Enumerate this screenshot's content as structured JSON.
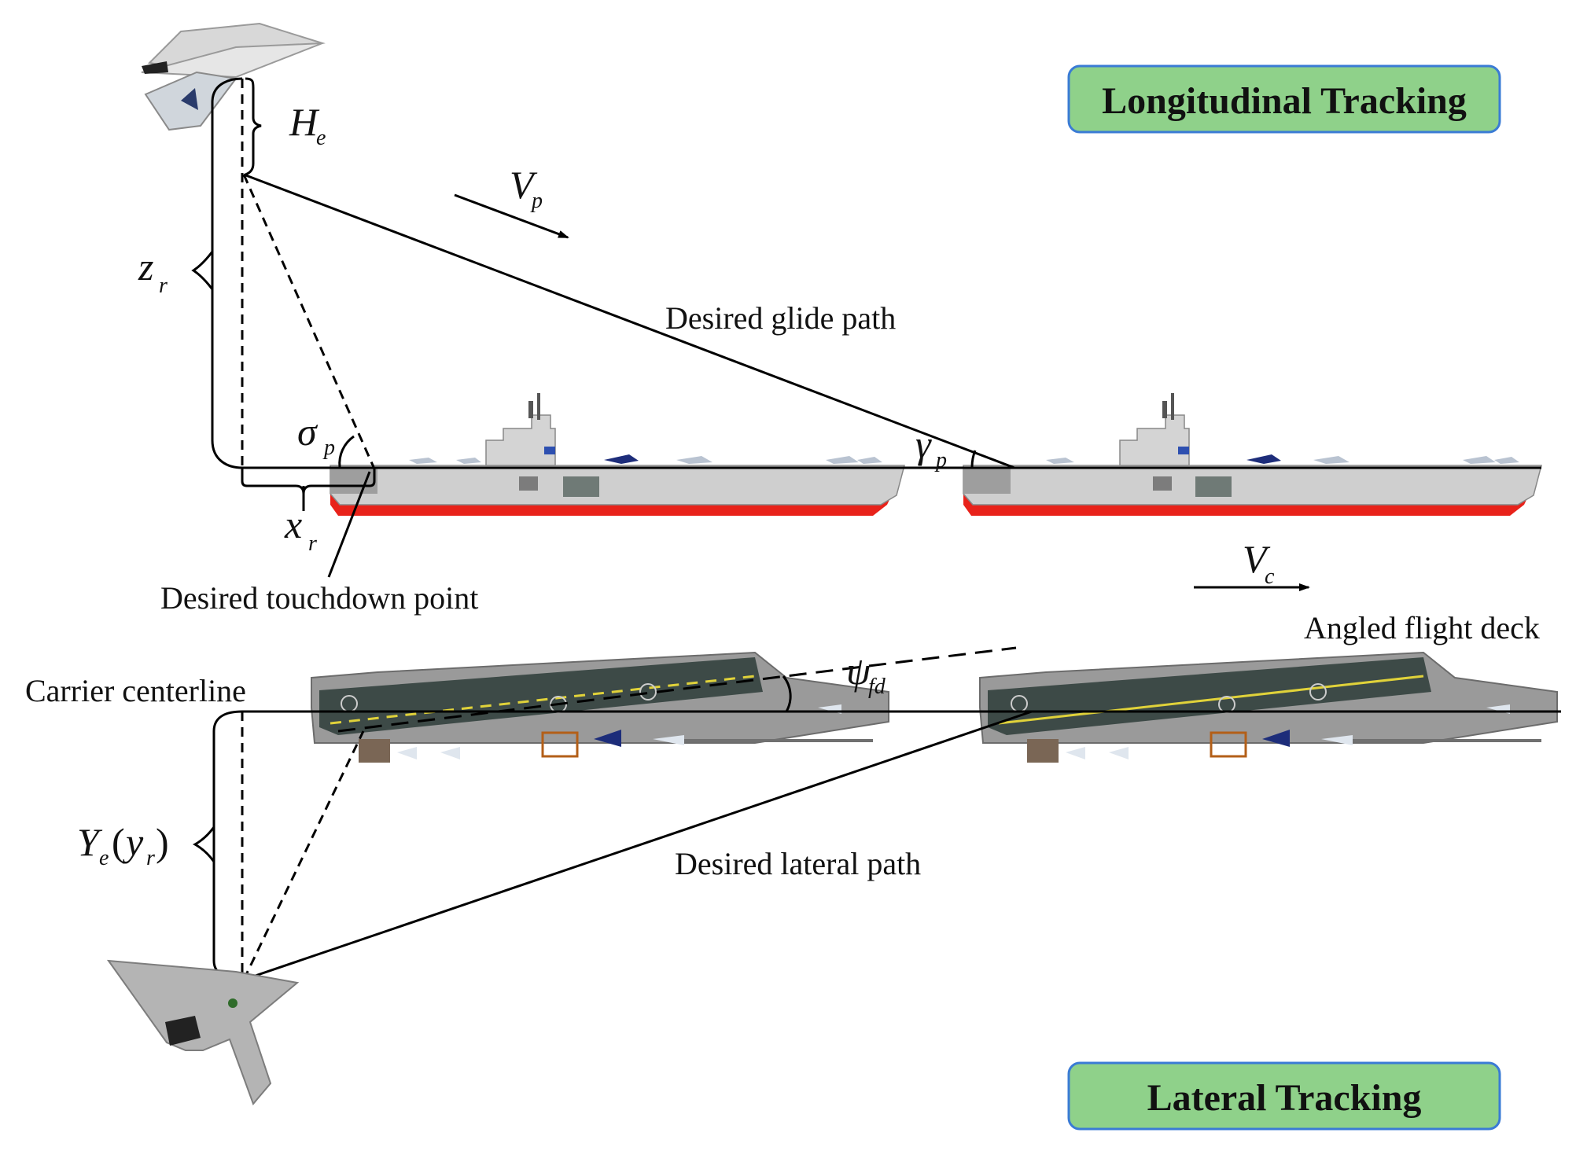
{
  "boxes": {
    "longitudinal": "Longitudinal Tracking",
    "lateral": "Lateral Tracking"
  },
  "labels": {
    "desired_glide_path": "Desired glide path",
    "desired_touchdown_point": "Desired touchdown point",
    "angled_flight_deck": "Angled flight deck",
    "carrier_centerline": "Carrier centerline",
    "desired_lateral_path": "Desired lateral path"
  },
  "symbols": {
    "he": {
      "main": "H",
      "sub": "e"
    },
    "zr": {
      "main": "z",
      "sub": "r"
    },
    "xr": {
      "main": "x",
      "sub": "r"
    },
    "vp": {
      "main": "V",
      "sub": "p"
    },
    "vc": {
      "main": "V",
      "sub": "c"
    },
    "sigma": {
      "main": "σ",
      "sub": "p"
    },
    "gamma": {
      "main": "γ",
      "sub": "p"
    },
    "psi": {
      "main": "ψ",
      "sub": "fd"
    },
    "ye": {
      "main": "Y",
      "sub": "e",
      "paren_open": "(",
      "inner": "y",
      "inner_sub": "r",
      "paren_close": ")"
    }
  },
  "colors": {
    "box_fill": "#8fd18a",
    "box_stroke": "#3a7bd5",
    "hull_red": "#e8221a",
    "hull_grey": "#cfcfcf",
    "deck_dark": "#3d4a47",
    "deck_grey": "#9a9a9a",
    "line": "#000000"
  }
}
